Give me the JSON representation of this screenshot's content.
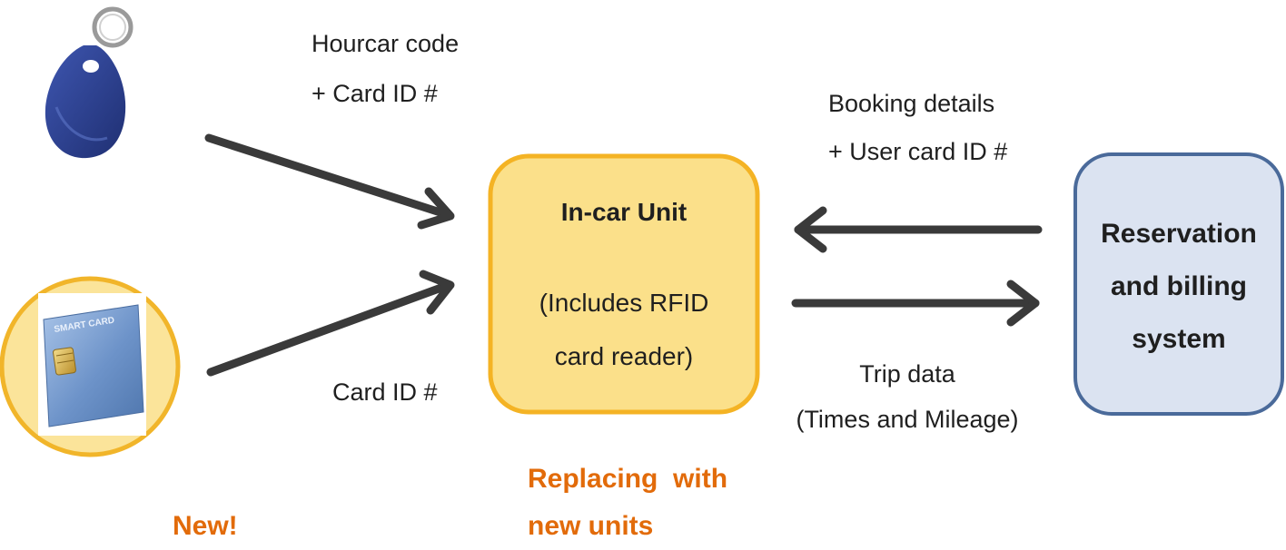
{
  "key_fob": {
    "label_line1": "Hourcar code",
    "label_line2": "+ Card ID #"
  },
  "smart_card": {
    "card_face_text": "SMART CARD",
    "label": "Card ID #",
    "tag": "New!"
  },
  "in_car_unit": {
    "title": "In-car Unit",
    "desc_line1": "(Includes RFID",
    "desc_line2": "card reader)",
    "note_line1": "Replacing  with",
    "note_line2": "new units"
  },
  "reservation_system": {
    "line1": "Reservation",
    "line2": "and billing",
    "line3": "system"
  },
  "booking_flow": {
    "line1": "Booking details",
    "line2": "+ User card ID #"
  },
  "trip_flow": {
    "line1": "Trip data",
    "line2": "(Times and Mileage)"
  },
  "colors": {
    "unit_fill": "#fbe08a",
    "unit_border": "#f4b324",
    "system_fill": "#dbe3f1",
    "system_border": "#4a6a9a",
    "circle_fill": "#fbe49a",
    "circle_border": "#f1b52a",
    "arrow": "#3a3a3a",
    "note": "#e26b0a",
    "fob": "#2c3f8f"
  }
}
